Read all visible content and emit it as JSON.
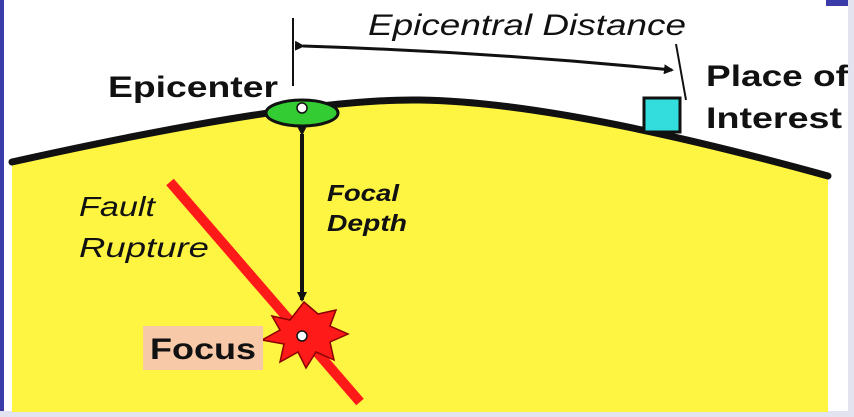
{
  "labels": {
    "epicentral_distance": "Epicentral Distance",
    "epicenter": "Epicenter",
    "place_of_interest_line1": "Place of",
    "place_of_interest_line2": "Interest",
    "fault_rupture_line1": "Fault",
    "fault_rupture_line2": "Rupture",
    "focal_depth_line1": "Focal",
    "focal_depth_line2": "Depth",
    "focus": "Focus"
  },
  "colors": {
    "ground": "#fdf542",
    "surface_line": "#111111",
    "epicenter_fill": "#33cc33",
    "place_fill": "#33dddd",
    "fault_line": "#ff1a1a",
    "focus_burst": "#ff1a1a",
    "focus_label_bg": "#f8c9a8",
    "frame_accent": "#3a3aa8"
  }
}
